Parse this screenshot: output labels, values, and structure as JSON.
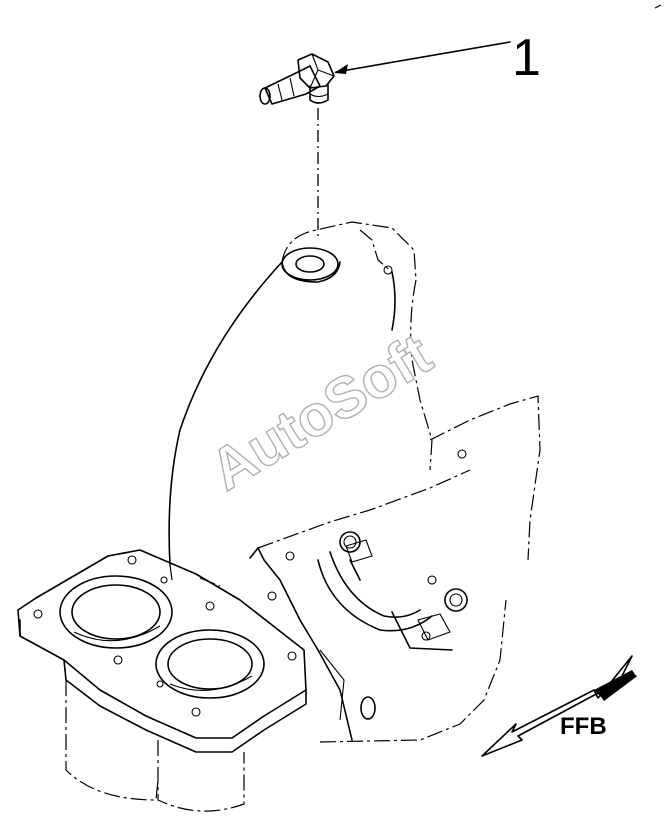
{
  "callouts": [
    {
      "number": "1",
      "part": "elbow-fitting"
    }
  ],
  "direction_indicator": {
    "label": "FFB"
  },
  "watermark": {
    "text": "AutoSoft"
  },
  "colors": {
    "line": "#000000",
    "background": "#ffffff",
    "watermark_outline": "#b0b0b0"
  }
}
